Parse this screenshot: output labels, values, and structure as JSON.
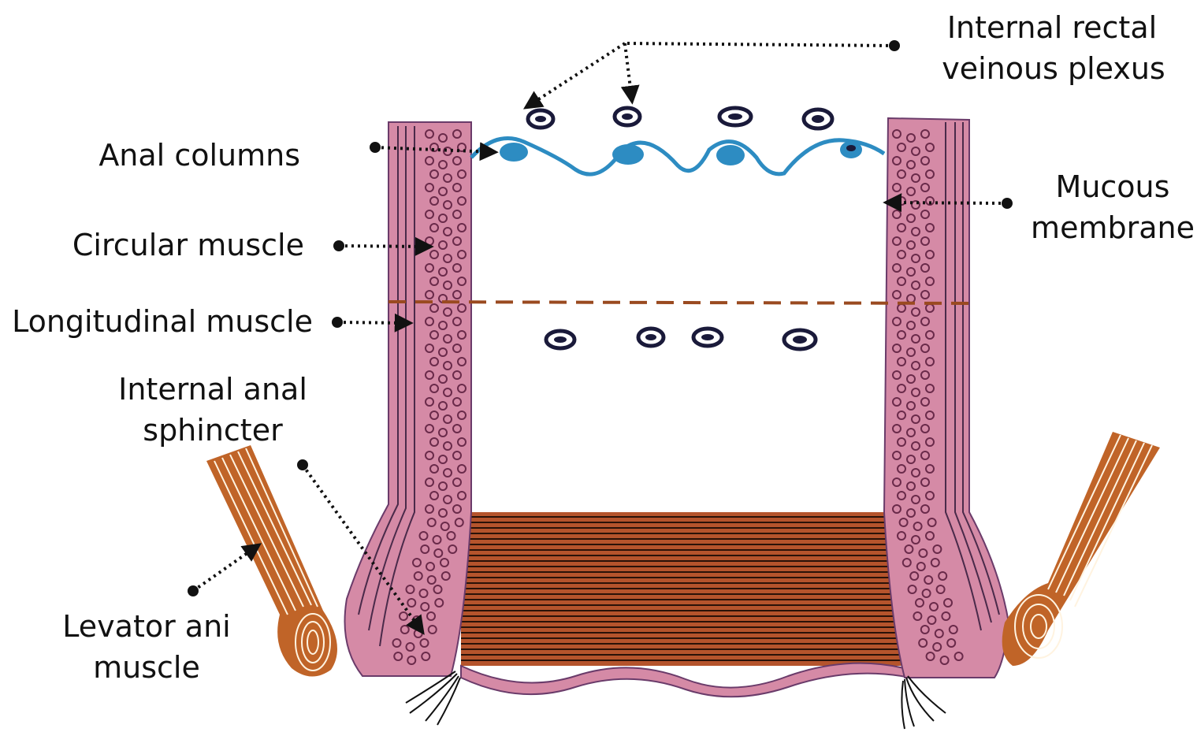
{
  "labels": {
    "internal_rectal_veinous_plexus": [
      "Internal rectal",
      "veinous plexus"
    ],
    "anal_columns": "Anal columns",
    "mucous_membrane": [
      "Mucous",
      "membrane"
    ],
    "circular_muscle": "Circular muscle",
    "longitudinal_muscle": "Longitudinal muscle",
    "internal_anal_sphincter": [
      "Internal anal",
      "sphincter"
    ],
    "levator_ani_muscle": [
      "Levator ani",
      "muscle"
    ]
  },
  "colors": {
    "wall": "#d58aa6",
    "mucosa": "#2d8cc2",
    "sphincter": "#b5542c",
    "levator": "#c06428",
    "dentate_line": "#9a4a20"
  }
}
